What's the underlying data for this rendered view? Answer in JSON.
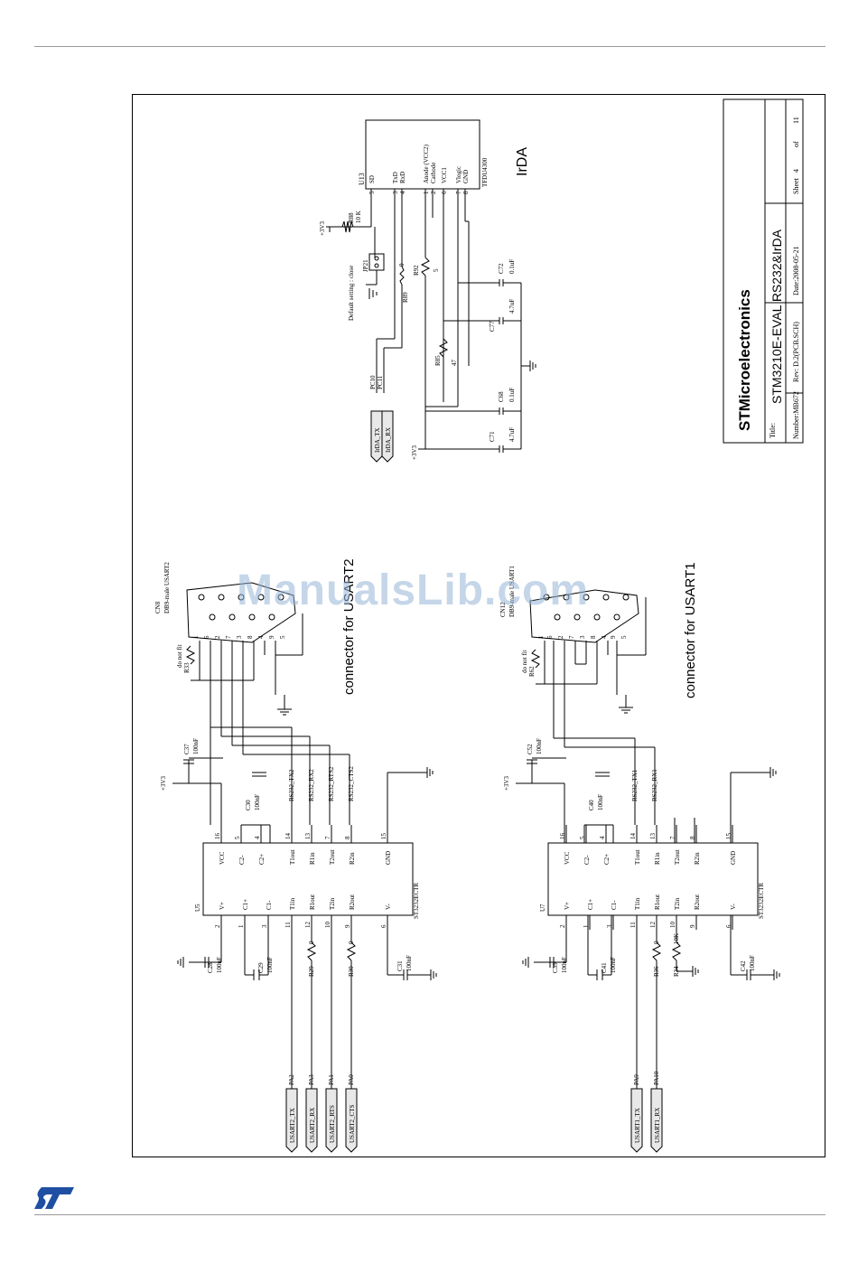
{
  "footer": {
    "logo_color": "#1f4fa3"
  },
  "watermark": {
    "text": "ManualsLib.com"
  },
  "title_block": {
    "company": "STMicroelectronics",
    "title_label": "Title:",
    "title": "STM3210E-EVAL RS232&IrDA",
    "number": "Number:MB672",
    "rev": "Rev: D.2(PCB.SCH)",
    "date": "Date:2008-05-21",
    "sheet": "Sheet",
    "sheet_no": "4",
    "of": "of",
    "sheet_total": "11"
  },
  "irda": {
    "caption": "IrDA",
    "ic_ref": "U13",
    "ic_part": "TFDU4300",
    "pins": [
      {
        "no": "5",
        "name": "SD"
      },
      {
        "no": "3",
        "name": "TxD"
      },
      {
        "no": "4",
        "name": "RxD"
      },
      {
        "no": "1",
        "name": "Anode (VCC2)"
      },
      {
        "no": "2",
        "name": "Cathode"
      },
      {
        "no": "6",
        "name": "VCC1"
      },
      {
        "no": "7",
        "name": "Vlogic"
      },
      {
        "no": "8",
        "name": "GND"
      }
    ],
    "r88_ref": "R88",
    "r88_val": "10 K",
    "supply": "+3V3",
    "jp_ref": "JP21",
    "jp_note": "Default setting : close",
    "r89_ref": "R89",
    "r89_val": "0",
    "r92_ref": "R92",
    "r92_val": "5",
    "r85_ref": "R85",
    "r85_val": "47",
    "c72_ref": "C72",
    "c72_val": "0.1uF",
    "c77_ref": "C77",
    "c77_val": "4.7uF",
    "c68_ref": "C68",
    "c68_val": "0.1uF",
    "c71_ref": "C71",
    "c71_val": "4.7uF",
    "net_pc10": "PC10",
    "net_pc11": "PC11",
    "port_tx": "IrDA_TX",
    "port_rx": "IrDA_RX"
  },
  "usart2": {
    "caption": "connector for USART2",
    "conn_ref": "CN8",
    "conn_desc": "DB9-male USART2",
    "dnf": "do not fit",
    "r_dnf_ref": "R33",
    "supply": "+3V3",
    "c37_ref": "C37",
    "c37_val": "100nF",
    "c30_ref": "C30",
    "c30_val": "100nF",
    "c28_ref": "C28",
    "c28_val": "100nF",
    "c29_ref": "C29",
    "c29_val": "100nF",
    "c31_ref": "C31",
    "c31_val": "100nF",
    "r29_ref": "R29",
    "r29_val": "0",
    "r30_ref": "R30",
    "r30_val": "0",
    "ic_ref": "U5",
    "ic_part": "ST3232ECTR",
    "nets": [
      "RS232_TX2",
      "RS232_RX2",
      "RS232_RTS2",
      "RS232_CTS2"
    ],
    "ports": [
      {
        "pin": "PA2",
        "label": "USART2_TX"
      },
      {
        "pin": "PA3",
        "label": "USART2_RX"
      },
      {
        "pin": "PA1",
        "label": "USART2_RTS"
      },
      {
        "pin": "PA0",
        "label": "USART2_CTS"
      }
    ]
  },
  "usart1": {
    "caption": "connector for USART1",
    "conn_ref": "CN12",
    "conn_desc": "DB9-male USART1",
    "dnf": "do not fit",
    "r_dnf_ref": "R62",
    "supply": "+3V3",
    "c52_ref": "C52",
    "c52_val": "100nF",
    "c40_ref": "C40",
    "c40_val": "100nF",
    "c39_ref": "C39",
    "c39_val": "100nF",
    "c41_ref": "C41",
    "c41_val": "100nF",
    "c42_ref": "C42",
    "c42_val": "100nF",
    "r36_ref": "R36",
    "r36_val": "0",
    "r34_ref": "R34",
    "r34_val": "10K",
    "ic_ref": "U7",
    "ic_part": "ST3232ECTR",
    "nets": [
      "RS232_TX1",
      "RS232_RX1"
    ],
    "ports": [
      {
        "pin": "PA9",
        "label": "USART1_TX"
      },
      {
        "pin": "PA10",
        "label": "USART1_RX"
      }
    ]
  },
  "st3232_top_pins": [
    {
      "no": "16",
      "name": "VCC"
    },
    {
      "no": "5",
      "name": "C2-"
    },
    {
      "no": "4",
      "name": "C2+"
    },
    {
      "no": "14",
      "name": "T1out"
    },
    {
      "no": "13",
      "name": "R1in"
    },
    {
      "no": "7",
      "name": "T2out"
    },
    {
      "no": "8",
      "name": "R2in"
    },
    {
      "no": "15",
      "name": "GND"
    }
  ],
  "st3232_bottom_pins": [
    {
      "no": "2",
      "name": "V+"
    },
    {
      "no": "1",
      "name": "C1+"
    },
    {
      "no": "3",
      "name": "C1-"
    },
    {
      "no": "11",
      "name": "T1in"
    },
    {
      "no": "12",
      "name": "R1out"
    },
    {
      "no": "10",
      "name": "T2in"
    },
    {
      "no": "9",
      "name": "R2out"
    },
    {
      "no": "6",
      "name": "V-"
    }
  ],
  "db9_pins": [
    "1",
    "6",
    "2",
    "7",
    "3",
    "8",
    "4",
    "9",
    "5"
  ]
}
